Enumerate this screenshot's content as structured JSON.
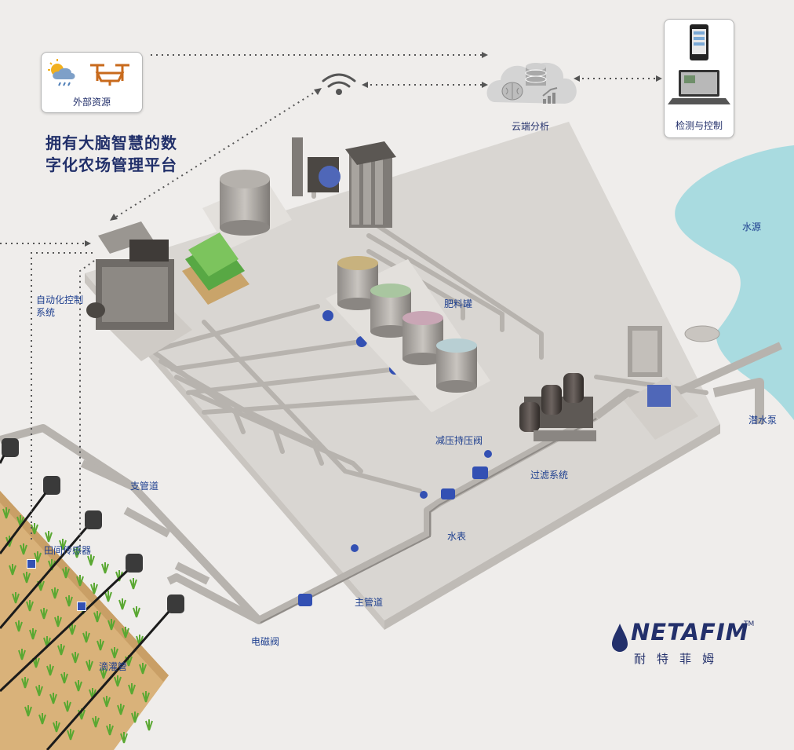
{
  "headline": {
    "line1": "拥有大脑智慧的数",
    "line2": "字化农场管理平台"
  },
  "cards": {
    "external": "外部资源",
    "cloud": "云端分析",
    "monitor": "检测与控制"
  },
  "labels": {
    "water_source": "水源",
    "automation": "自动化控制系统",
    "fertilizer_tanks": "肥料罐",
    "submersible_pump": "潜水泵",
    "pressure_valve": "减压持压阀",
    "filter_system": "过滤系统",
    "branch_pipe": "支管道",
    "water_meter": "水表",
    "field_sensor": "田间传感器",
    "main_pipe": "主管道",
    "solenoid_valve": "电磁阀",
    "drip_pipe": "滴灌管"
  },
  "brand": {
    "name": "NETAFIM",
    "tm": "TM",
    "chinese": "耐特菲姆"
  },
  "icons": [
    "weather-icon",
    "drone-icon",
    "wifi-icon",
    "brain-icon",
    "database-icon",
    "growth-chart-icon",
    "phone-icon",
    "laptop-icon",
    "water-drop-logo-icon"
  ],
  "colors": {
    "background": "#efedeb",
    "platform": "#d9d6d2",
    "pipe": "#b7b3ae",
    "water": "#a9dbe0",
    "label_blue": "#1e3f8f",
    "brand_navy": "#23306b",
    "field": "#d9b27a",
    "crop": "#5aa832"
  }
}
